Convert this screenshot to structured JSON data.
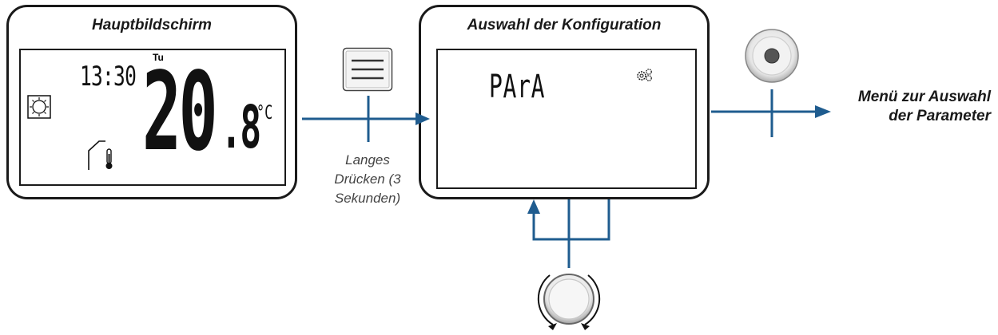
{
  "main_screen": {
    "title": "Hauptbildschirm",
    "day": "Tu",
    "time": "13:30",
    "temp_int": "20",
    "temp_dec": ".8",
    "unit": "°C"
  },
  "config_screen": {
    "title": "Auswahl der Konfiguration",
    "code": "PArA"
  },
  "long_press": {
    "line1": "Langes",
    "line2": "Drücken (3",
    "line3": "Sekunden)"
  },
  "result": {
    "line1": "Menü zur Auswahl",
    "line2": "der Parameter"
  },
  "colors": {
    "arrow": "#1f5c8f",
    "frame": "#1a1a1a"
  },
  "icons": [
    "sun-icon",
    "thermometer-icon",
    "gear-icon",
    "menu-button-icon",
    "ok-button-icon",
    "rotary-knob-icon"
  ]
}
